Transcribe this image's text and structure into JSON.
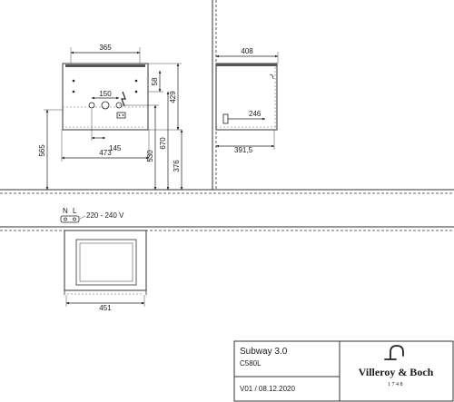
{
  "drawing": {
    "front_view": {
      "width_top": "365",
      "inner_width": "150",
      "bottom_inner_width": "145",
      "total_width": "473",
      "right_offset": "58",
      "right_height": "429",
      "left_height": "565",
      "height_a": "670",
      "height_b": "530",
      "height_c": "376"
    },
    "side_view": {
      "depth_top": "408",
      "depth_inner": "246",
      "depth_bottom": "391,5"
    },
    "electrical": {
      "terminal_n": "N",
      "terminal_l": "L",
      "voltage": "220 - 240 V"
    },
    "plan_view": {
      "width": "451"
    }
  },
  "title_block": {
    "product": "Subway 3.0",
    "code": "C580L",
    "version": "V01 / 08.12.2020",
    "brand": "Villeroy & Boch",
    "brand_year": "1748"
  }
}
